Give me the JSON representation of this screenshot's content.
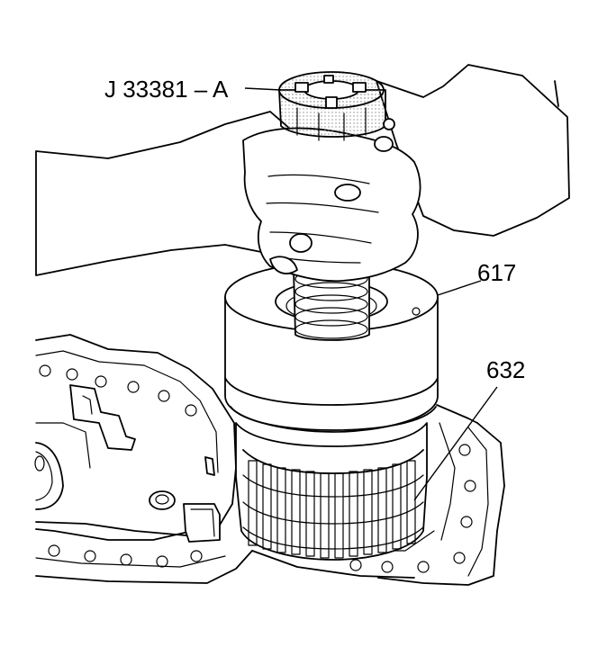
{
  "callouts": {
    "tool": "J 33381 – A",
    "part_617": "617",
    "part_632": "632"
  },
  "colors": {
    "ink": "#000000",
    "paper": "#ffffff",
    "stipple": "#8c8c8c"
  }
}
